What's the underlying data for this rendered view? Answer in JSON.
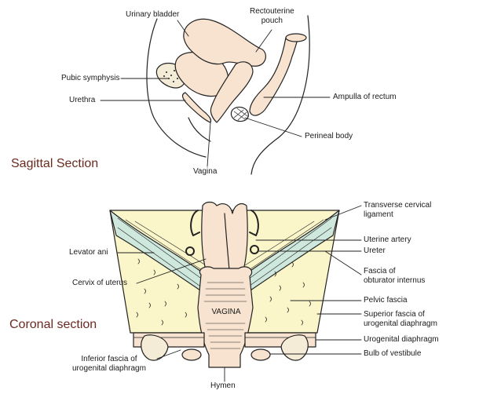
{
  "sagittal": {
    "title": "Sagittal Section",
    "labels": {
      "urinary_bladder": "Urinary bladder",
      "rectouterine_pouch": "Rectouterine\npouch",
      "pubic_symphysis": "Pubic symphysis",
      "urethra": "Urethra",
      "ampulla_of_rectum": "Ampulla of rectum",
      "perineal_body": "Perineal body",
      "vagina": "Vagina"
    }
  },
  "coronal": {
    "title": "Coronal section",
    "vagina_text": "VAGINA",
    "labels": {
      "transverse_cervical_ligament": "Transverse cervical\nligament",
      "levator_ani": "Levator ani",
      "uterine_artery": "Uterine artery",
      "ureter": "Ureter",
      "cervix_of_uterus": "Cervix of uterus",
      "fascia_of_obturator_internus": "Fascia of\nobturator internus",
      "pelvic_fascia": "Pelvic fascia",
      "superior_fascia": "Superior fascia of\nurogenital diaphragm",
      "urogenital_diaphragm": "Urogenital diaphragm",
      "inferior_fascia": "Inferior fascia of\nurogenital diaphragm",
      "bulb_of_vestibule": "Bulb of vestibule",
      "hymen": "Hymen"
    }
  },
  "colors": {
    "title": "#6b2a1f",
    "organ_fill": "#f7e3cf",
    "fat_fill": "#fbf6c9",
    "muscle_fill": "#cfe8de",
    "bone_fill": "#f5ecd8",
    "line": "#222222"
  }
}
